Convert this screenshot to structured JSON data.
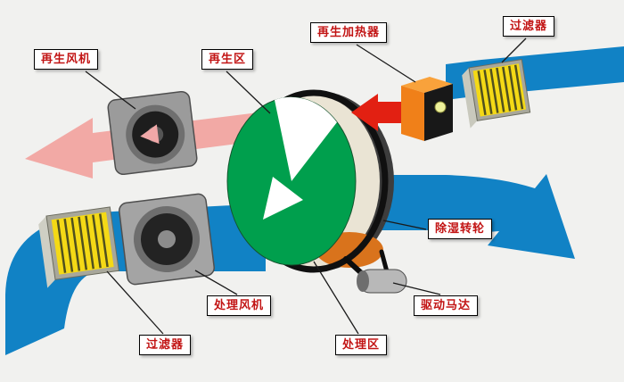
{
  "diagram": {
    "labels": {
      "regen_fan": "再生风机",
      "regen_zone": "再生区",
      "regen_heater": "再生加热器",
      "filter_top": "过滤器",
      "dehumid_wheel": "除湿转轮",
      "drive_motor": "驱动马达",
      "process_zone": "处理区",
      "process_fan": "处理风机",
      "filter_bottom": "过滤器"
    },
    "colors": {
      "process_air": "#1182c5",
      "regen_exhaust": "#f2a9a5",
      "hot_air": "#e22012",
      "wheel_face": "#009f4d",
      "heater_body": "#f08019",
      "filter_media": "#f4d916",
      "label_text": "#c21414",
      "background": "#f1f1ef"
    }
  }
}
